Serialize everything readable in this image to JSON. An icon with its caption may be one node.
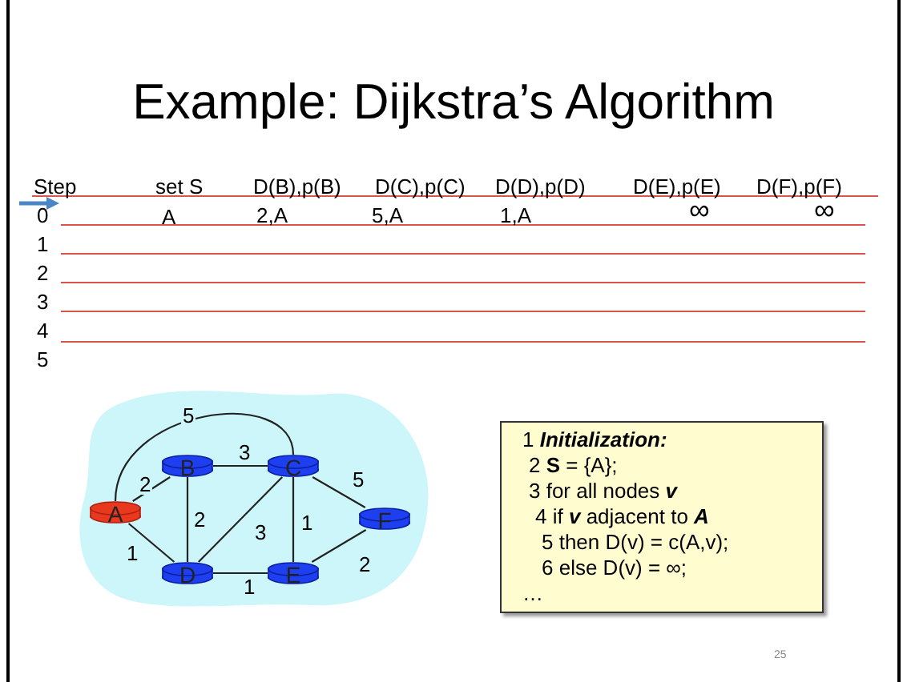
{
  "diagram": {
    "title": "Example: Dijkstra’s Algorithm",
    "nodes": [
      {
        "text": [],
        "shape": "cloud"
      },
      {
        "text": [
          "A"
        ],
        "in": 0
      },
      {
        "text": [
          "B"
        ],
        "in": 0
      },
      {
        "text": [
          "C"
        ],
        "in": 0
      },
      {
        "text": [
          "D"
        ],
        "in": 0
      },
      {
        "text": [
          "E"
        ],
        "in": 0
      },
      {
        "text": [
          "F"
        ],
        "in": 0
      },
      {
        "text": [
          "1 *Initialization:*",
          "2 **S** = {A};",
          "3 for all nodes *v*",
          "4 if *v* adjacent to *A*",
          "5 then D(v) = c(A,v);",
          "6 else D(v) = ∞;",
          "…"
        ]
      }
    ],
    "edges": [
      {
        "from": 1,
        "to": 2,
        "arrow": "none",
        "label": "2"
      },
      {
        "from": 1,
        "to": 3,
        "arrow": "none",
        "label": "5"
      },
      {
        "from": 1,
        "to": 4,
        "arrow": "none",
        "label": "1"
      },
      {
        "from": 2,
        "to": 3,
        "arrow": "none",
        "label": "3"
      },
      {
        "from": 2,
        "to": 4,
        "arrow": "none",
        "label": "2"
      },
      {
        "from": 4,
        "to": 3,
        "arrow": "none",
        "label": "3"
      },
      {
        "from": 3,
        "to": 5,
        "arrow": "none",
        "label": "1"
      },
      {
        "from": 3,
        "to": 6,
        "arrow": "none",
        "label": "5"
      },
      {
        "from": 4,
        "to": 5,
        "arrow": "none",
        "label": "1"
      },
      {
        "from": 5,
        "to": 6,
        "arrow": "none",
        "label": "2"
      }
    ],
    "labels": [
      "Step",
      "set S",
      "D(B),p(B)",
      "D(C),p(C)",
      "D(D),p(D)",
      "D(E),p(E)",
      "D(F),p(F)",
      "0",
      "A",
      "2,A",
      "5,A",
      "1,A",
      "∞",
      "∞",
      "1",
      "2",
      "3",
      "4",
      "5",
      "25"
    ]
  }
}
